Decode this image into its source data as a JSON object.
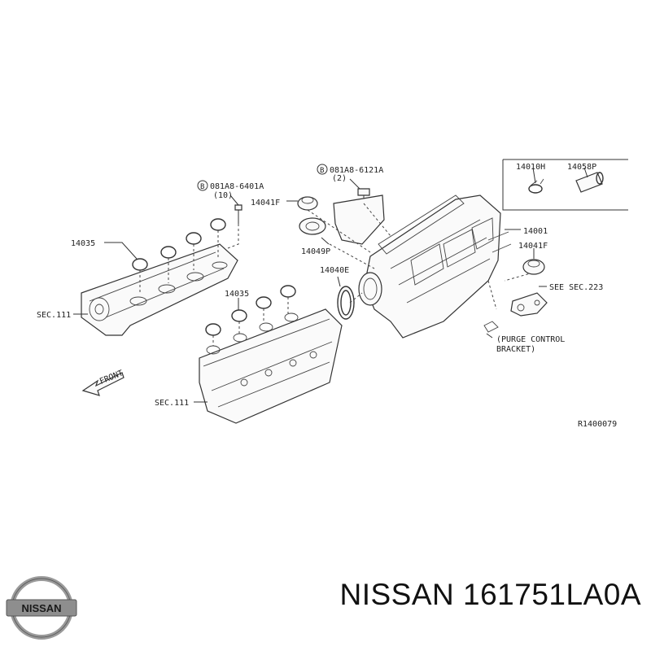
{
  "labels": {
    "p14035_top": "14035",
    "p14035_mid": "14035",
    "sec111_left": "SEC.111",
    "sec111_bottom": "SEC.111",
    "bolt_a_circle": "B",
    "bolt_a_code": "081A8-6401A",
    "bolt_a_qty": "(10)",
    "bolt_b_circle": "B",
    "bolt_b_code": "081A8-6121A",
    "bolt_b_qty": "(2)",
    "p14041f_left": "14041F",
    "p14049p": "14049P",
    "p14040e": "14040E",
    "p14010h": "14010H",
    "p14058p": "14058P",
    "p14001": "14001",
    "p14041f_right": "14041F",
    "see_sec": "SEE SEC.223",
    "purge_1": "(PURGE CONTROL",
    "purge_2": "BRACKET)",
    "front": "FRONT",
    "ref_code": "R1400079"
  },
  "footer": {
    "title": "NISSAN 161751LA0A",
    "logo_text": "NISSAN"
  },
  "colors": {
    "line": "#333333",
    "text": "#111111",
    "logo_chrome": "#9a9a9a"
  }
}
